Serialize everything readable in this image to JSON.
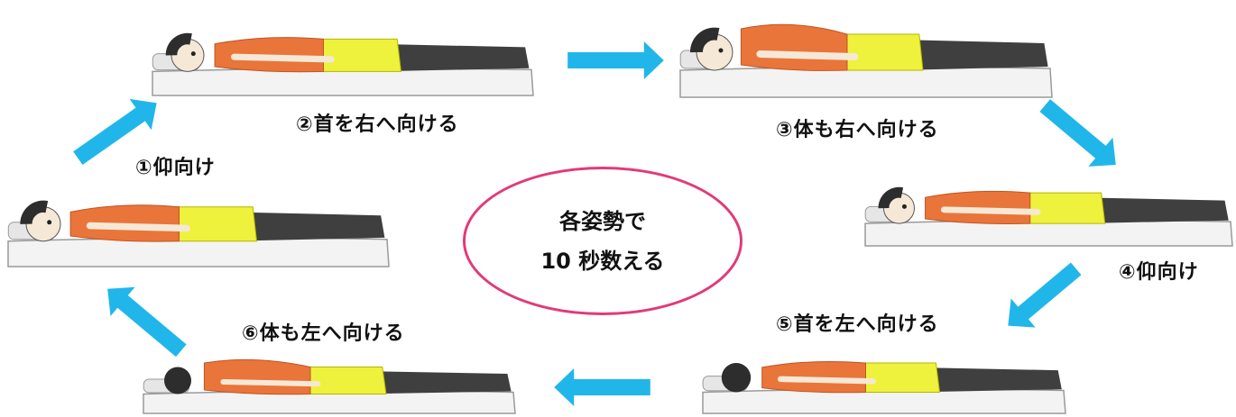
{
  "colors": {
    "shirt": "#e9753a",
    "shorts": "#eef23c",
    "legs": "#3f3f3f",
    "skin": "#f6e8d6",
    "hair": "#2d2d2d",
    "mat": "#f3f3f3",
    "arrow": "#21b6ea",
    "ellipse": "#e23a78"
  },
  "center": {
    "line1": "各姿勢で",
    "line2": "10 秒数える"
  },
  "steps": [
    {
      "label": "①仰向け",
      "pose": "supine"
    },
    {
      "label": "②首を右へ向ける",
      "pose": "head-right"
    },
    {
      "label": "③体も右へ向ける",
      "pose": "body-right"
    },
    {
      "label": "④仰向け",
      "pose": "supine"
    },
    {
      "label": "⑤首を左へ向ける",
      "pose": "head-left"
    },
    {
      "label": "⑥体も左へ向ける",
      "pose": "body-left"
    }
  ]
}
